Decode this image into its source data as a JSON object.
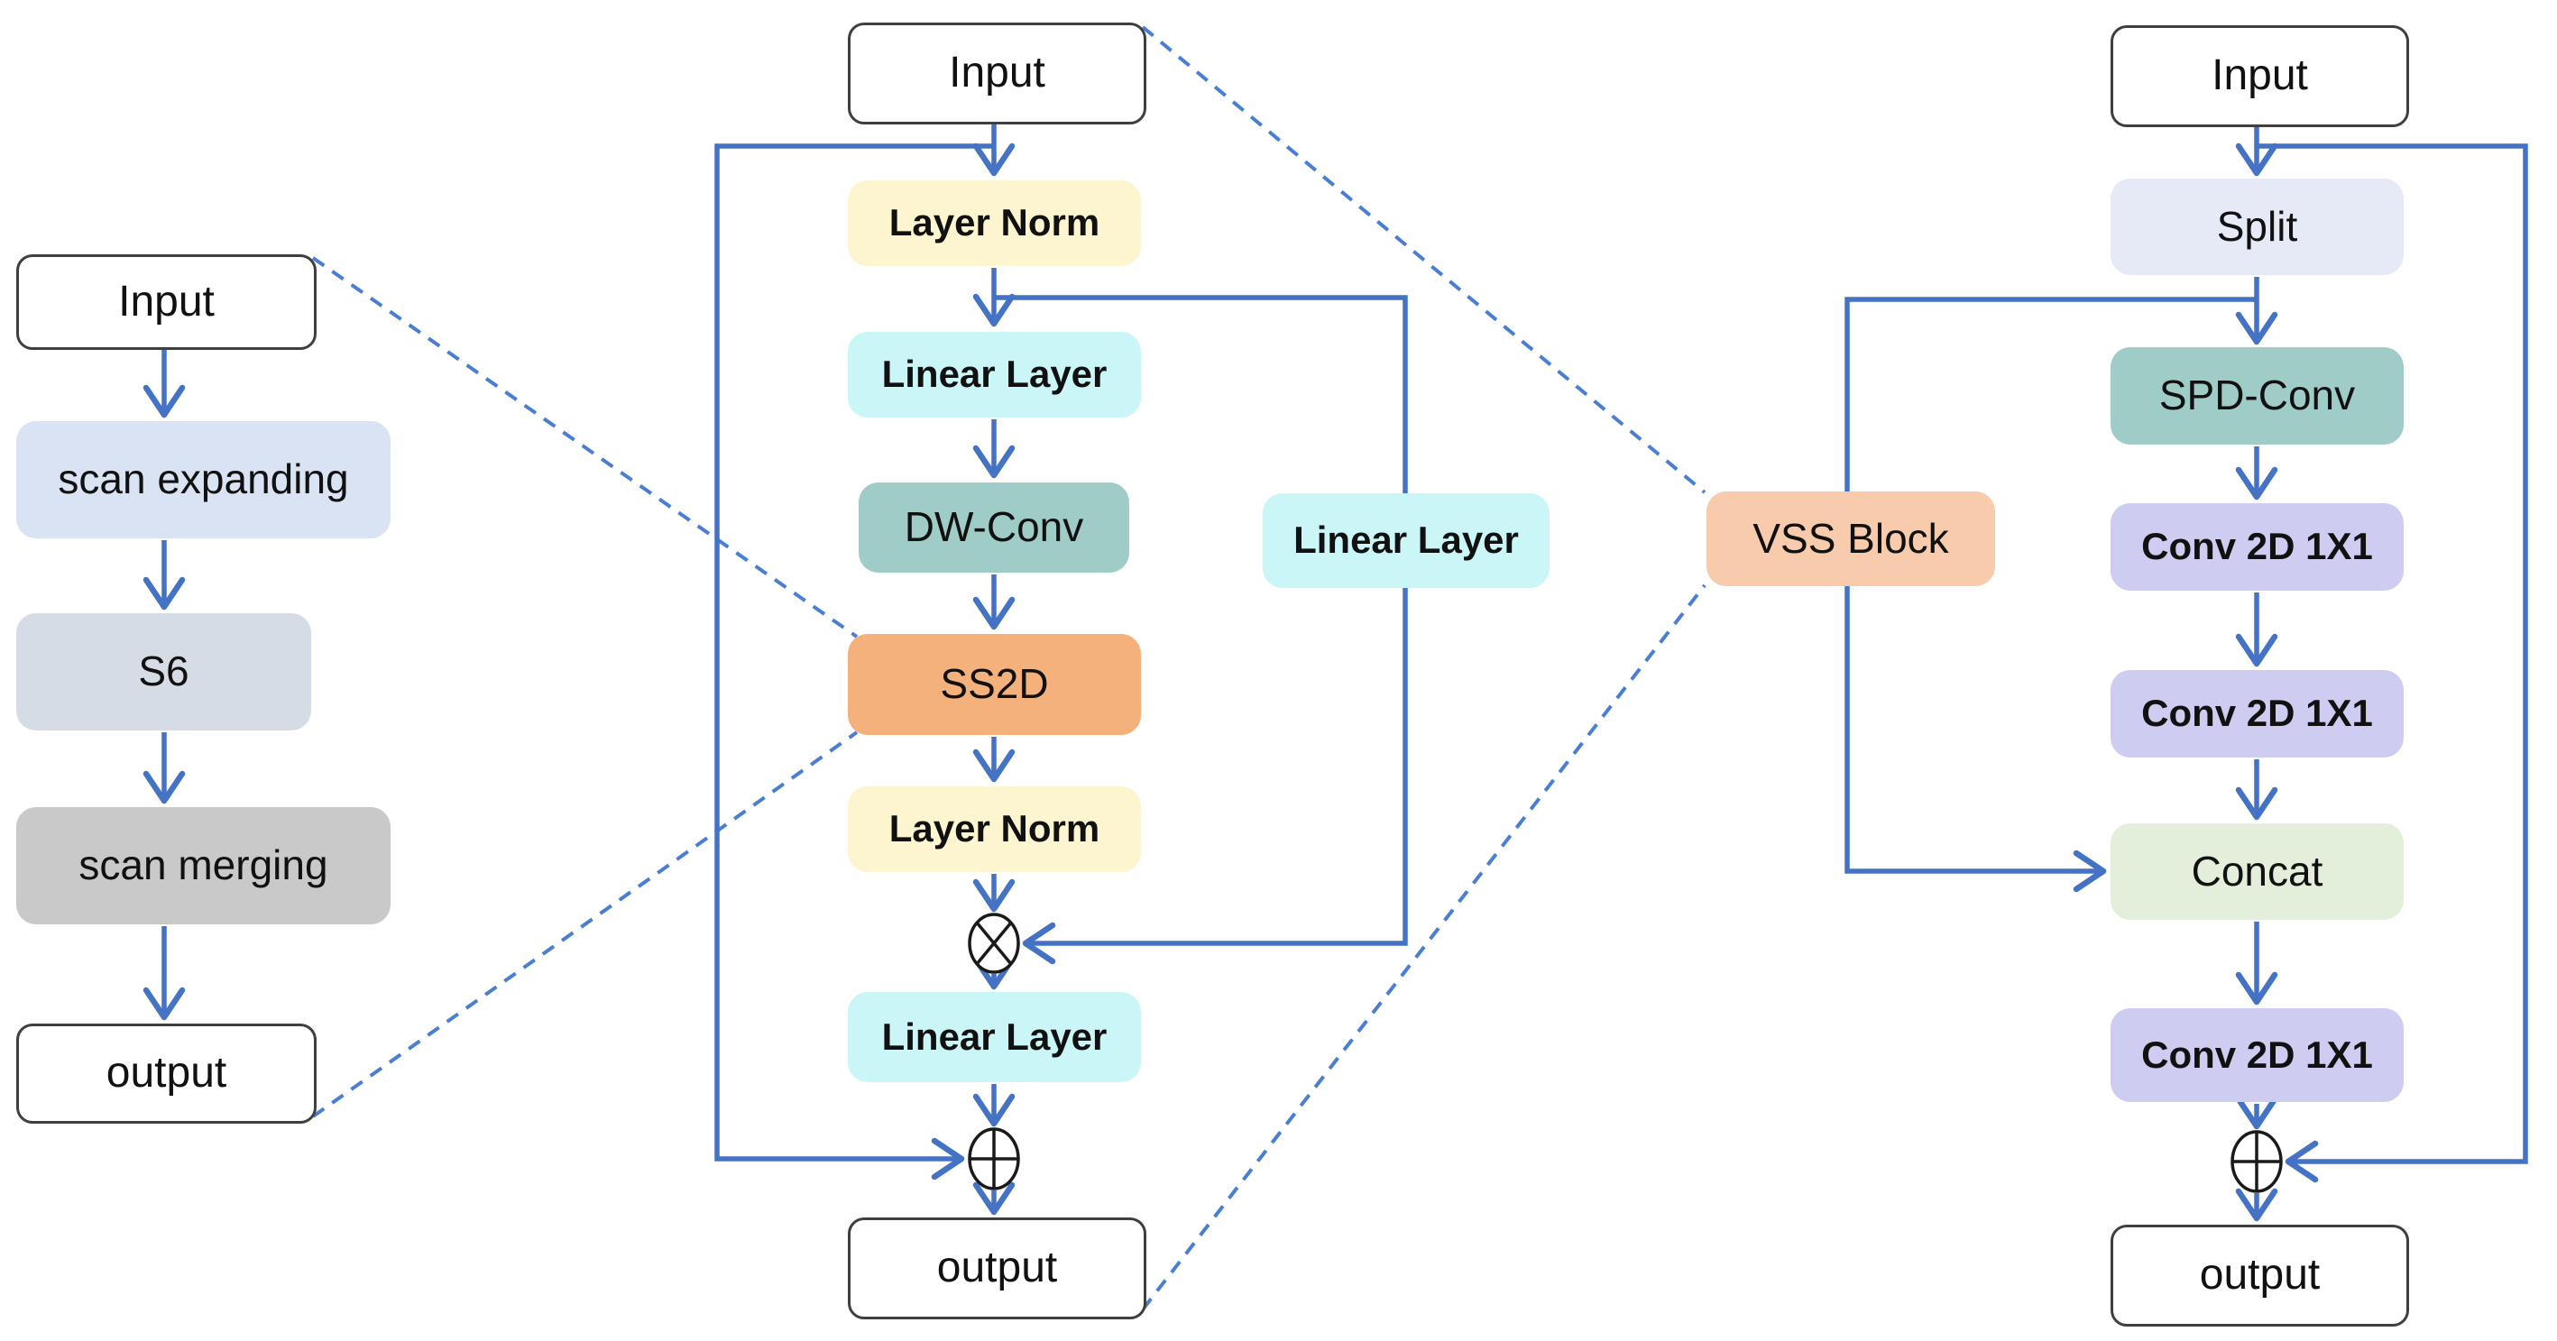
{
  "figure": {
    "left_pipeline": {
      "nodes": [
        {
          "id": "input",
          "label": "Input"
        },
        {
          "id": "scan-expanding",
          "label": "scan expanding"
        },
        {
          "id": "s6",
          "label": "S6"
        },
        {
          "id": "scan-merging",
          "label": "scan merging"
        },
        {
          "id": "output",
          "label": "output"
        }
      ]
    },
    "vss_pipeline": {
      "nodes": [
        {
          "id": "input",
          "label": "Input"
        },
        {
          "id": "layer-norm-1",
          "label": "Layer Norm"
        },
        {
          "id": "linear-layer-1",
          "label": "Linear Layer"
        },
        {
          "id": "dw-conv",
          "label": "DW-Conv"
        },
        {
          "id": "ss2d",
          "label": "SS2D"
        },
        {
          "id": "layer-norm-2",
          "label": "Layer Norm"
        },
        {
          "id": "linear-layer-2",
          "label": "Linear Layer"
        },
        {
          "id": "output",
          "label": "output"
        }
      ],
      "side_node": {
        "id": "linear-layer-side",
        "label": "Linear Layer"
      },
      "operators": [
        {
          "id": "multiply-operator",
          "symbol": "⊗"
        },
        {
          "id": "add-operator",
          "symbol": "⊕"
        }
      ]
    },
    "vss_block": {
      "label": "VSS Block"
    },
    "spd_pipeline": {
      "nodes": [
        {
          "id": "input",
          "label": "Input"
        },
        {
          "id": "split",
          "label": "Split"
        },
        {
          "id": "spd-conv",
          "label": "SPD-Conv"
        },
        {
          "id": "conv2d-1",
          "label": "Conv 2D 1X1"
        },
        {
          "id": "conv2d-2",
          "label": "Conv 2D 1X1"
        },
        {
          "id": "concat",
          "label": "Concat"
        },
        {
          "id": "conv2d-3",
          "label": "Conv 2D 1X1"
        },
        {
          "id": "output",
          "label": "output"
        }
      ],
      "operator": {
        "id": "add-operator",
        "symbol": "⊕"
      }
    },
    "colors": {
      "arrow_blue": "#4472c4",
      "dashed_blue": "#4a7ed2",
      "io_box_border": "#3f3f3f",
      "text": "#111111",
      "scan_expanding_fill": "#dae3f3",
      "s6_fill": "#d6dce5",
      "scan_merging_fill": "#c9c9c9",
      "layer_norm_fill": "#fcf5cf",
      "linear_layer_fill": "#cbf6f8",
      "dw_conv_fill": "#9fccc7",
      "ss2d_fill": "#f5b17c",
      "vss_block_fill": "#f8cbad",
      "split_fill": "#e6eaf6",
      "spd_conv_fill": "#9fccc7",
      "conv2d_fill": "#cfccf2",
      "concat_fill": "#e3efdb"
    }
  }
}
